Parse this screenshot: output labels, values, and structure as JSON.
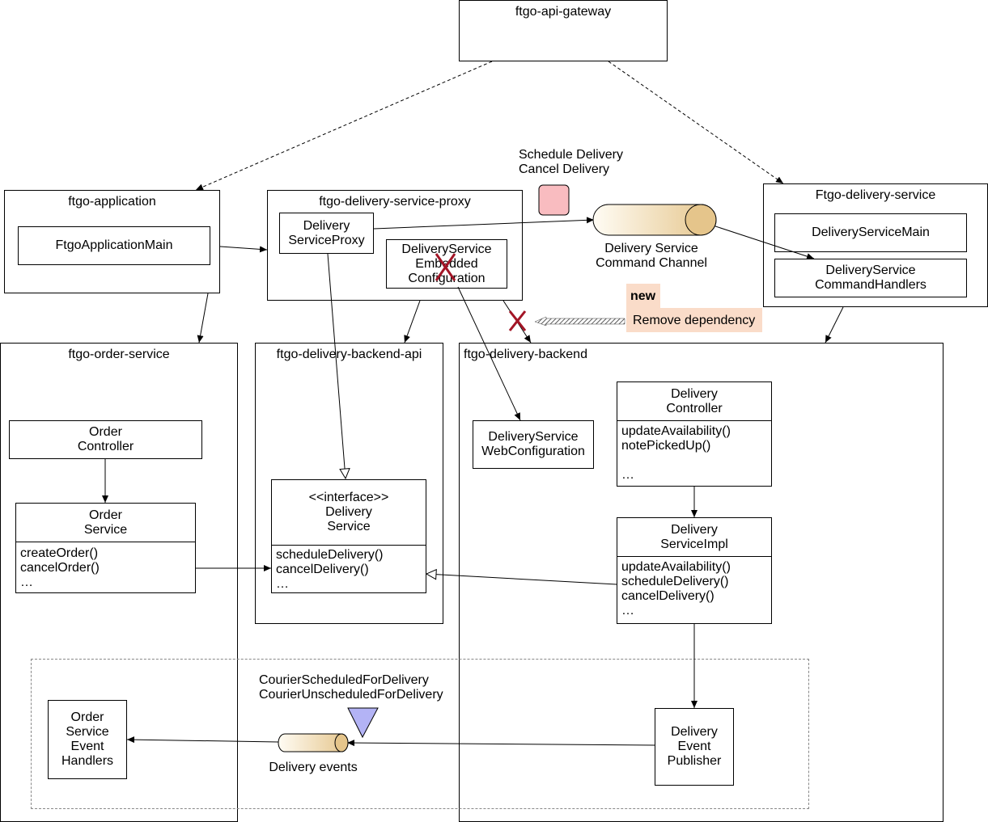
{
  "gateway": {
    "title": "ftgo-api-gateway"
  },
  "application": {
    "title": "ftgo-application",
    "main": "FtgoApplicationMain"
  },
  "proxy": {
    "title": "ftgo-delivery-service-proxy",
    "service_proxy": "Delivery\nServiceProxy",
    "embedded_config": "DeliveryService\nEmbedded\nConfiguration"
  },
  "delivery_service": {
    "title": "Ftgo-delivery-service",
    "main": "DeliveryServiceMain",
    "command_handlers": "DeliveryService\nCommandHandlers"
  },
  "channel": {
    "label": "Delivery Service\nCommand Channel",
    "messages": "Schedule Delivery\nCancel Delivery"
  },
  "note": {
    "tag": "new",
    "text": "Remove dependency",
    "cross": "X"
  },
  "order_service": {
    "title": "ftgo-order-service",
    "controller": "Order\nController",
    "service_head": "Order\nService",
    "service_methods": "createOrder()\ncancelOrder()\n…",
    "event_handlers": "Order\nService\nEvent\nHandlers"
  },
  "backend_api": {
    "title": "ftgo-delivery-backend-api",
    "interface_head": "<<interface>>\nDelivery\nService",
    "interface_methods": "scheduleDelivery()\ncancelDelivery()\n…"
  },
  "backend": {
    "title": "ftgo-delivery-backend",
    "web_config": "DeliveryService\nWebConfiguration",
    "controller_head": "Delivery\nController",
    "controller_methods": "updateAvailability()\nnotePickedUp()\n\n…",
    "impl_head": "Delivery\nServiceImpl",
    "impl_methods": "updateAvailability()\nscheduleDelivery()\ncancelDelivery()\n…",
    "publisher": "Delivery\nEvent\nPublisher"
  },
  "events": {
    "channel_label": "Delivery events",
    "messages": "CourierScheduledForDelivery\nCourierUnscheduledForDelivery"
  },
  "colors": {
    "cross": "#a31526",
    "note_bg": "#fadcc9",
    "pink_square": "#f9bcc0",
    "triangle": "#b3b3f5",
    "cylinder_light": "#fffcf4",
    "cylinder_dark": "#e5c58b"
  }
}
